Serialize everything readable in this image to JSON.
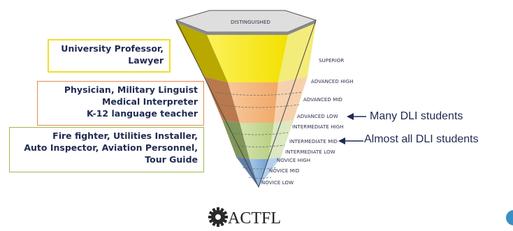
{
  "levels": {
    "distinguished": "DISTINGUISHED",
    "superior": "SUPERIOR",
    "advanced_high": "ADVANCED HIGH",
    "advanced_mid": "ADVANCED MID",
    "advanced_low": "ADVANCED LOW",
    "intermediate_high": "INTERMEDIATE HIGH",
    "intermediate_mid": "INTERMEDIATE MID",
    "intermediate_low": "INTERMEDIATE LOW",
    "novice_high": "NOVICE HIGH",
    "novice_mid": "NOVICE MID",
    "novice_low": "NOVICE LOW"
  },
  "professions": {
    "superior": [
      "University Professor,",
      "Lawyer"
    ],
    "advanced": [
      "Physician, Military Linguist",
      "Medical Interpreter",
      "K-12 language teacher"
    ],
    "intermediate": [
      "Fire fighter, Utilities Installer,",
      "Auto Inspector, Aviation Personnel,",
      "Tour Guide"
    ]
  },
  "callouts": {
    "advanced_low": "Many DLI students",
    "intermediate_mid": "Almost all DLI students"
  },
  "logo": {
    "text": "ACTFL"
  },
  "colors": {
    "superior": "#f5e800",
    "advanced": "#f3b27e",
    "intermediate": "#c0d492",
    "novice": "#8fb5dc",
    "top": "#dcdcdc"
  }
}
